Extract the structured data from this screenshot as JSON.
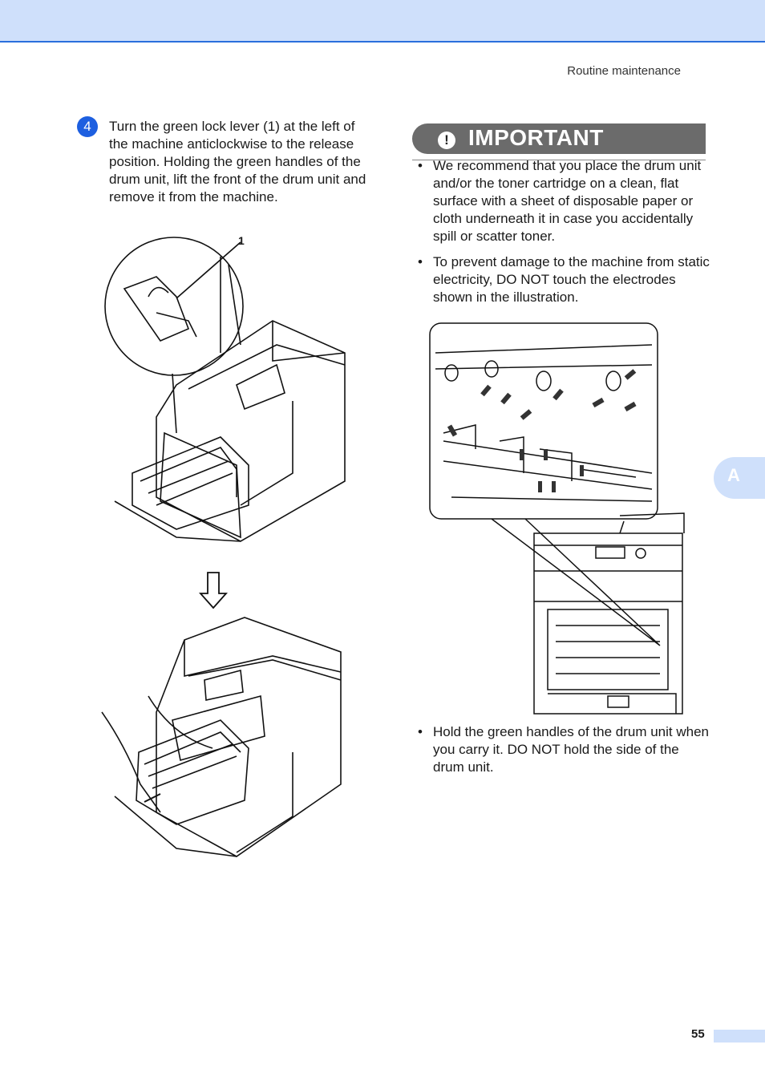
{
  "header": {
    "title": "Routine maintenance"
  },
  "step": {
    "number": "4",
    "text": "Turn the green lock lever (1) at the left of the machine anticlockwise to the release position. Holding the green handles of the drum unit, lift the front of the drum unit and remove it from the machine."
  },
  "figure1": {
    "callout": "1"
  },
  "important": {
    "icon": "!",
    "title": "IMPORTANT",
    "bullets": [
      "We recommend that you place the drum unit and/or the toner cartridge on a clean, flat surface with a sheet of disposable paper or cloth underneath it in case you accidentally spill or scatter toner.",
      "To prevent damage to the machine from static electricity, DO NOT touch the electrodes shown in the illustration.",
      "Hold the green handles of the drum unit when you carry it. DO NOT hold the side of the drum unit."
    ]
  },
  "side_tab": {
    "letter": "A"
  },
  "footer": {
    "page_number": "55"
  },
  "colors": {
    "accent_blue": "#1d5fe0",
    "band": "#cfe0fb",
    "important_bg": "#6b6b6b"
  }
}
